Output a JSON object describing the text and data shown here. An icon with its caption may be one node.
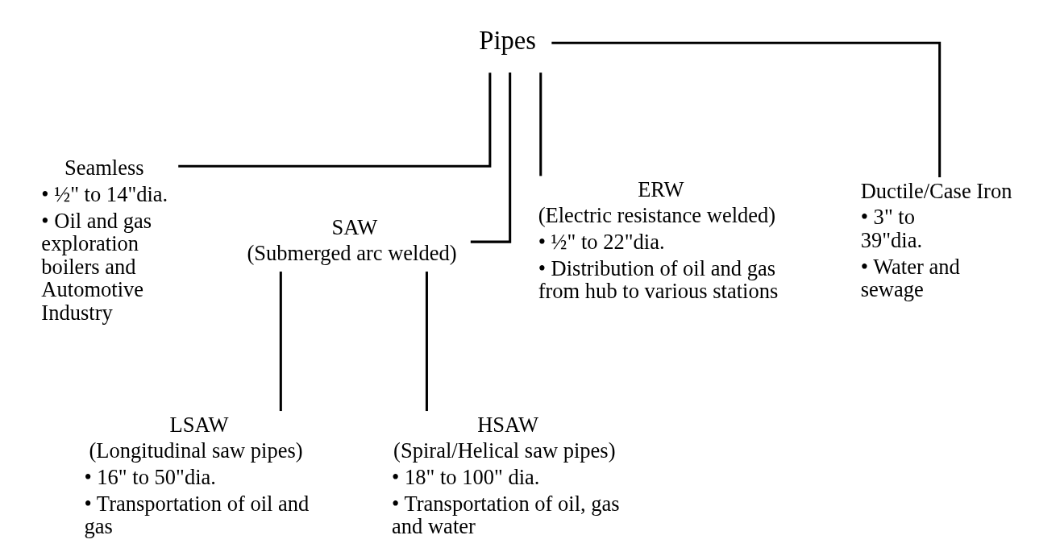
{
  "diagram": {
    "nodes": [
      {
        "text": [
          "Pipes"
        ]
      },
      {
        "text": [
          "Seamless",
          "• ½\" to 14\"dia.",
          "• Oil and gas exploration boilers and Automotive Industry"
        ]
      },
      {
        "text": [
          "SAW",
          "(Submerged arc welded)"
        ]
      },
      {
        "text": [
          "ERW",
          "(Electric resistance welded)",
          "• ½\" to 22\"dia.",
          "• Distribution of oil and gas from hub to various stations"
        ]
      },
      {
        "text": [
          "Ductile/Case Iron",
          "• 3\" to 39\"dia.",
          "• Water and sewage"
        ]
      },
      {
        "text": [
          "LSAW",
          "(Longitudinal saw pipes)",
          "• 16\" to 50\"dia.",
          "• Transportation of oil and gas"
        ]
      },
      {
        "text": [
          "HSAW",
          "(Spiral/Helical saw pipes)",
          "• 18\" to 100\" dia.",
          "• Transportation of oil, gas and water"
        ]
      }
    ],
    "edges": [
      {
        "from": 0,
        "to": 1,
        "arrow": "none"
      },
      {
        "from": 0,
        "to": 2,
        "arrow": "none"
      },
      {
        "from": 0,
        "to": 3,
        "arrow": "none"
      },
      {
        "from": 0,
        "to": 4,
        "arrow": "none"
      },
      {
        "from": 2,
        "to": 5,
        "arrow": "none"
      },
      {
        "from": 2,
        "to": 6,
        "arrow": "none"
      }
    ]
  }
}
